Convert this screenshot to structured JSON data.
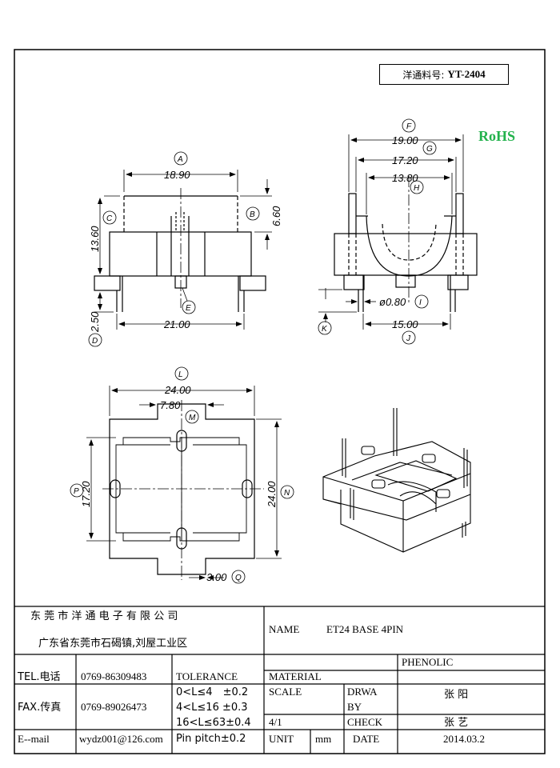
{
  "header": {
    "part_no_label": "洋通料号:",
    "part_no_value": "YT-2404",
    "rohs": "RoHS"
  },
  "dimensions": {
    "front": {
      "A": "18.90",
      "B": "6.60",
      "C": "13.60",
      "D": "2.50",
      "E": "21.00",
      "A_tag": "A",
      "B_tag": "B",
      "C_tag": "C",
      "D_tag": "D",
      "E_tag": "E"
    },
    "side": {
      "F": "19.00",
      "G": "17.20",
      "H": "13.80",
      "I": "ø0.80",
      "J": "15.00",
      "F_tag": "F",
      "G_tag": "G",
      "H_tag": "H",
      "I_tag": "I",
      "J_tag": "J",
      "K_tag": "K"
    },
    "top": {
      "L": "24.00",
      "M": "7.80",
      "N": "24.00",
      "P": "17.20",
      "Q": "3.00",
      "L_tag": "L",
      "M_tag": "M",
      "N_tag": "N",
      "P_tag": "P",
      "Q_tag": "Q"
    }
  },
  "title_block": {
    "company": "东 莞 市 洋 通 电 子 有 限 公 司",
    "address": "广东省东莞市石碣镇,刘屋工业区",
    "name_label": "NAME",
    "name_value": "ET24 BASE 4PIN",
    "tel_label": "TEL.电话",
    "tel_value": "0769-86309483",
    "fax_label": "FAX.传真",
    "fax_value": "0769-89026473",
    "email_label": "E--mail",
    "email_value": "wydz001@126.com",
    "tolerance_label": "TOLERANCE",
    "tol1": "0<L≤4　±0.2",
    "tol2": "4<L≤16 ±0.3",
    "tol3": "16<L≤63±0.4",
    "tol4": "Pin pitch±0.2",
    "material_label": "MATERIAL",
    "material_value": "PHENOLIC",
    "scale_label": "SCALE",
    "scale_value": "4/1",
    "drawn_label_1": "DRWA",
    "drawn_label_2": "BY",
    "drawn_value": "张 阳",
    "check_label": "CHECK",
    "check_value": "张 艺",
    "unit_label": "UNIT",
    "unit_value": "mm",
    "date_label": "DATE",
    "date_value": "2014.03.2"
  }
}
